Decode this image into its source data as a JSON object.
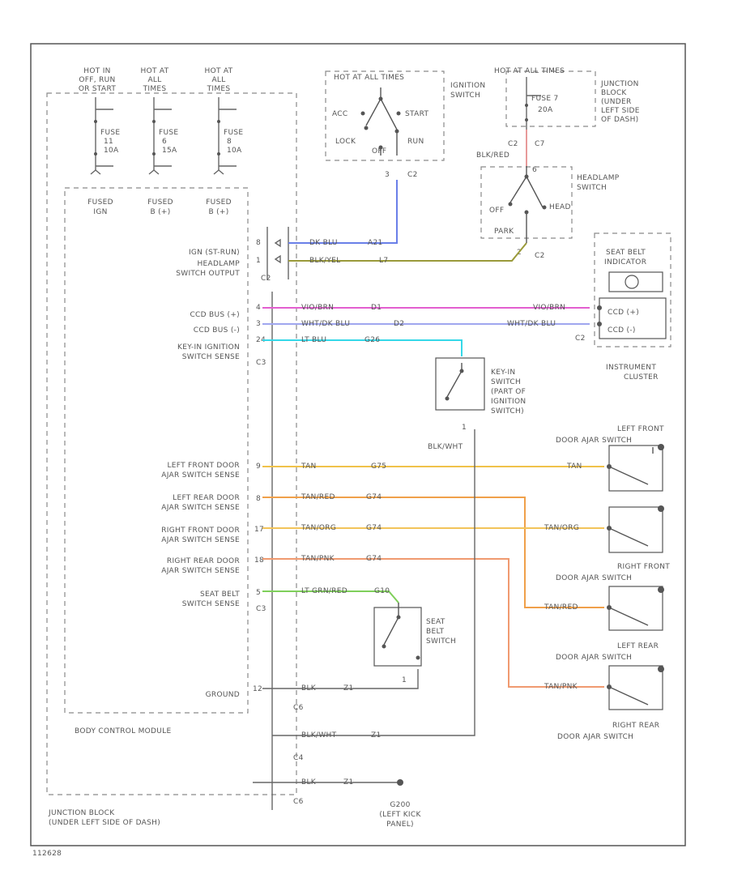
{
  "colors": {
    "ign_run": "#6a7fe8",
    "headlamp": "#9a9a3a",
    "ccd_plus": "#e35fd0",
    "ccd_minus": "#9fa6ef",
    "key_in": "#35d8e8",
    "lf_door": "#f0c24a",
    "lr_door": "#f0a04a",
    "rf_door": "#f2c45a",
    "rr_door": "#f09a70",
    "seat_belt": "#7fcf5a",
    "headlamp_fuse": "#e79a9a"
  },
  "fuses": {
    "hot1": [
      "HOT IN",
      "OFF, RUN",
      "OR START"
    ],
    "hot2": [
      "HOT AT",
      "ALL",
      "TIMES"
    ],
    "hot3": [
      "HOT AT",
      "ALL",
      "TIMES"
    ],
    "fuse1": [
      "FUSE",
      "11",
      "10A"
    ],
    "fuse2": [
      "FUSE",
      "6",
      "15A"
    ],
    "fuse3": [
      "FUSE",
      "8",
      "10A"
    ],
    "fused1": [
      "FUSED",
      "IGN"
    ],
    "fused2": [
      "FUSED",
      "B (+)"
    ],
    "fused3": [
      "FUSED",
      "B (+)"
    ]
  },
  "ignition": {
    "hot": "HOT AT ALL TIMES",
    "title": [
      "IGNITION",
      "SWITCH"
    ],
    "acc": "ACC",
    "start": "START",
    "lock": "LOCK",
    "run": "RUN",
    "off": "OFF",
    "pin": "3",
    "conn": "C2"
  },
  "junction_top": {
    "hot": "HOT AT ALL TIMES",
    "fuse": [
      "FUSE 7",
      "20A"
    ],
    "title": [
      "JUNCTION",
      "BLOCK",
      "(UNDER",
      "LEFT SIDE",
      "OF DASH)"
    ],
    "c_left": "C2",
    "c_right": "C7",
    "wire": "BLK/RED"
  },
  "headlamp": {
    "title": [
      "HEADLAMP",
      "SWITCH"
    ],
    "pin": "6",
    "off": "OFF",
    "head": "HEAD",
    "park": "PARK",
    "pin2": "2",
    "conn": "C2"
  },
  "bcm_left": {
    "ign_run": [
      "IGN (ST-RUN)"
    ],
    "headlamp_out": [
      "HEADLAMP",
      "SWITCH OUTPUT"
    ],
    "ccd_plus": "CCD BUS (+)",
    "ccd_minus": "CCD BUS (-)",
    "key_in": [
      "KEY-IN IGNITION",
      "SWITCH SENSE"
    ],
    "lf": [
      "LEFT FRONT DOOR",
      "AJAR SWITCH SENSE"
    ],
    "lr": [
      "LEFT REAR DOOR",
      "AJAR SWITCH SENSE"
    ],
    "rf": [
      "RIGHT FRONT DOOR",
      "AJAR SWITCH SENSE"
    ],
    "rr": [
      "RIGHT REAR DOOR",
      "AJAR SWITCH SENSE"
    ],
    "belt": [
      "SEAT BELT",
      "SWITCH SENSE"
    ],
    "ground": "GROUND",
    "title": "BODY CONTROL MODULE"
  },
  "pins": {
    "p1": "8",
    "p2": "1",
    "p3": "4",
    "p4": "3",
    "p5": "24",
    "p6": "9",
    "p7": "8",
    "p8": "17",
    "p9": "18",
    "p10": "5",
    "p11": "12",
    "c2": "C2",
    "c3": "C3",
    "c3b": "C3",
    "c6": "C6",
    "c4": "C4",
    "c5": "C6"
  },
  "wire_labels": {
    "ign_run": "DK BLU",
    "ign_run_code": "A21",
    "headlamp": "BLK/YEL",
    "headlamp_code": "L7",
    "ccd_plus": "VIO/BRN",
    "ccd_plus_code": "D1",
    "ccd_minus": "WHT/DK BLU",
    "ccd_minus_code": "D2",
    "ccd_plus_r": "VIO/BRN",
    "ccd_minus_r": "WHT/DK BLU",
    "key_in": "LT BLU",
    "key_in_code": "G26",
    "lf": "TAN",
    "lf_code": "G75",
    "lf_r": "TAN",
    "lr": "TAN/RED",
    "lr_code": "G74",
    "lr_r": "TAN/RED",
    "rf": "TAN/ORG",
    "rf_code": "G74",
    "rf_r": "TAN/ORG",
    "rr": "TAN/PNK",
    "rr_code": "G74",
    "rr_r": "TAN/PNK",
    "belt": "LT GRN/RED",
    "belt_code": "G10",
    "gnd1": "BLK",
    "gnd1_code": "Z1",
    "gnd2": "BLK/WHT",
    "gnd2_code": "Z1",
    "gnd3": "BLK",
    "gnd3_code": "Z1",
    "key_gnd": "BLK/WHT",
    "belt_pin": "1",
    "key_pin": "1"
  },
  "key_switch": [
    "KEY-IN",
    "SWITCH",
    "(PART OF",
    "IGNITION",
    "SWITCH)"
  ],
  "seat_belt_switch": [
    "SEAT",
    "BELT",
    "SWITCH"
  ],
  "instrument": {
    "indicator": [
      "SEAT BELT",
      "INDICATOR"
    ],
    "ccd_plus": "CCD (+)",
    "ccd_minus": "CCD (-)",
    "conn": "C2",
    "title": [
      "INSTRUMENT",
      "CLUSTER"
    ]
  },
  "doors": {
    "lf": [
      "LEFT FRONT",
      "DOOR AJAR SWITCH"
    ],
    "rf": [
      "RIGHT FRONT",
      "DOOR AJAR SWITCH"
    ],
    "lr": [
      "LEFT REAR",
      "DOOR AJAR SWITCH"
    ],
    "rr": [
      "RIGHT REAR",
      "DOOR AJAR SWITCH"
    ]
  },
  "ground": [
    "G200",
    "(LEFT KICK",
    "PANEL)"
  ],
  "junction_bottom": [
    "JUNCTION BLOCK",
    "(UNDER LEFT SIDE OF DASH)"
  ],
  "footer": "112628"
}
